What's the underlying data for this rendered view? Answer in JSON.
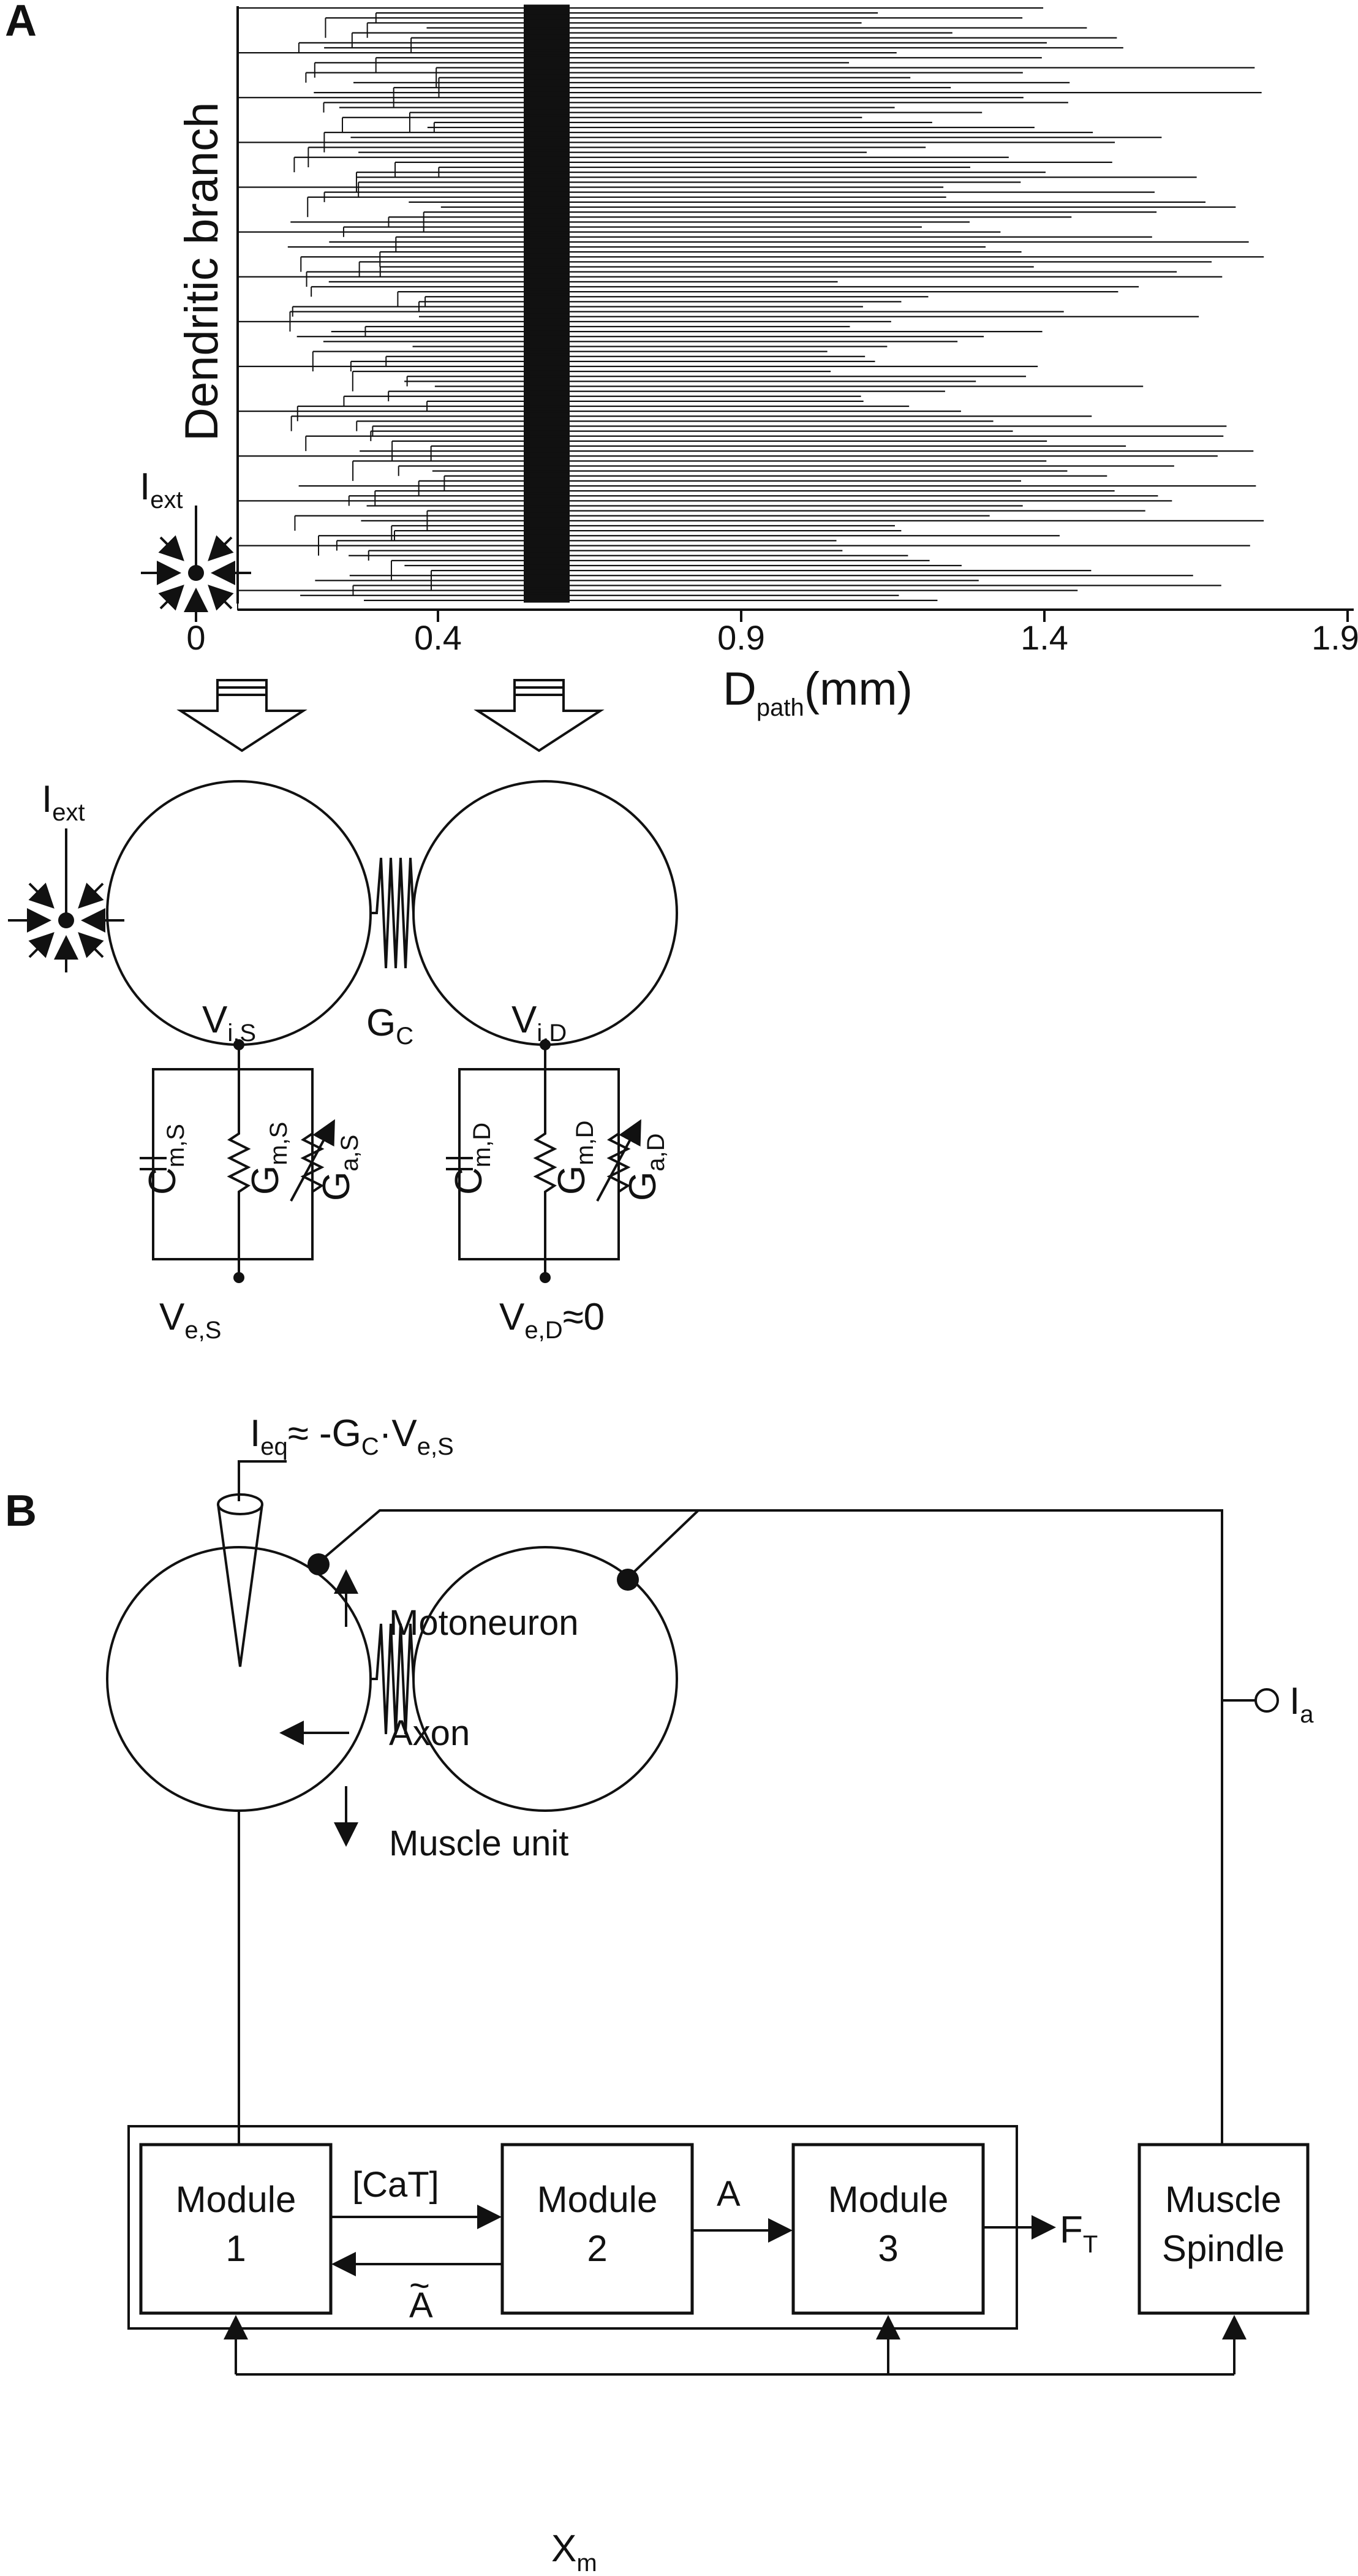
{
  "panelA": {
    "label": "A",
    "ylabel": "Dendritic branch",
    "xlabel_main": "D",
    "xlabel_sub": "path",
    "xlabel_unit": "(mm)",
    "xticks": [
      "0",
      "0.4",
      "0.9",
      "1.4",
      "1.9"
    ],
    "iext_main": "I",
    "iext_sub": "ext",
    "iext2_main": "I",
    "iext2_sub": "ext",
    "vis_main": "V",
    "vis_sub": "i,S",
    "vid_main": "V",
    "vid_sub": "i,D",
    "gc_main": "G",
    "gc_sub": "C",
    "cms_main": "C",
    "cms_sub": "m,S",
    "gms_main": "G",
    "gms_sub": "m,S",
    "gas_main": "G",
    "gas_sub": "a,S",
    "cmd_main": "C",
    "cmd_sub": "m,D",
    "gmd_main": "G",
    "gmd_sub": "m,D",
    "gad_main": "G",
    "gad_sub": "a,D",
    "ves_main": "V",
    "ves_sub": "e,S",
    "ved_main": "V",
    "ved_sub": "e,D",
    "ved_tail": "≈0"
  },
  "panelB": {
    "label": "B",
    "ieq_main": "I",
    "ieq_sub": "eq",
    "ieq_mid": "≈ -G",
    "ieq_sub2": "C",
    "ieq_dot": "·V",
    "ieq_sub3": "e,S",
    "ia_main": "I",
    "ia_sub": "a",
    "legend_motoneuron": "Motoneuron",
    "legend_axon": "Axon",
    "legend_muscle": "Muscle unit",
    "module1_l1": "Module",
    "module1_l2": "1",
    "module2_l1": "Module",
    "module2_l2": "2",
    "module3_l1": "Module",
    "module3_l2": "3",
    "spindle_l1": "Muscle",
    "spindle_l2": "Spindle",
    "cat": "[CaT]",
    "a_fwd": "A",
    "a_back": "A",
    "a_back_tilde": "~",
    "ft_main": "F",
    "ft_sub": "T",
    "xm_main": "X",
    "xm_sub": "m"
  }
}
